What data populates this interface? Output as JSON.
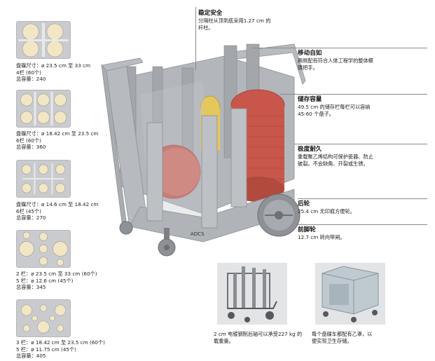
{
  "layouts": [
    {
      "lines": [
        "盘碟尺寸：ø 23.5 cm 至 33 cm",
        "4栏 (60个)",
        "总容量：240"
      ]
    },
    {
      "lines": [
        "盘碟尺寸：ø 18.42 cm 至 23.5 cm",
        "6栏 (60个)",
        "总容量：360"
      ]
    },
    {
      "lines": [
        "盘碟尺寸：ø 14.6 cm 至 18.42 cm",
        "6栏 (45个)",
        "总容量：270"
      ]
    },
    {
      "lines": [
        "2 栏：ø 23.5 cm 至 33 cm (60个)",
        "5 栏：ø 12.6 cm (45个)",
        "总容量：345"
      ]
    },
    {
      "lines": [
        "3 栏：ø 18.42 cm 至 23.5 cm (60个)",
        "5 栏：ø 11.75 cm (45个)",
        "总容量：405"
      ]
    }
  ],
  "top_feature": {
    "title": "稳定安全",
    "desc": [
      "分隔柱从顶到底采用1.27 cm 的",
      "杆柱。"
    ]
  },
  "features": [
    {
      "title": "移动自如",
      "desc": [
        "两侧配有符合人体工程学的整体模",
        "铸把手。"
      ]
    },
    {
      "title": "储存容量",
      "desc": [
        "49.5 cm 的储存栏每栏可以容纳",
        "45-60 个盘子。"
      ]
    },
    {
      "title": "极度耐久",
      "desc": [
        "重载聚乙烯结构可保护瓷器、防止",
        "破裂。不会缺角、开裂或生锈。"
      ]
    },
    {
      "title": "后轮",
      "desc": [
        "25.4 cm 无印痕方便轮。"
      ]
    },
    {
      "title": "前脚轮",
      "desc": [
        "12.7 cm 转向带闸。"
      ]
    }
  ],
  "model_label": "ADCS",
  "captions": [
    [
      "2 cm 电镀钢制后轴可以承受227 kg 的",
      "载重量。"
    ],
    [
      "每个盘碟车都配有乙罩，以",
      "便实现卫生存储。"
    ]
  ],
  "colors": {
    "plate": "#f2e6c4",
    "diagram_bg": "#c9cbce",
    "cart_gray": "#a9acb0",
    "plate_red": "#c9564a",
    "plate_yellow": "#e4c85a"
  }
}
